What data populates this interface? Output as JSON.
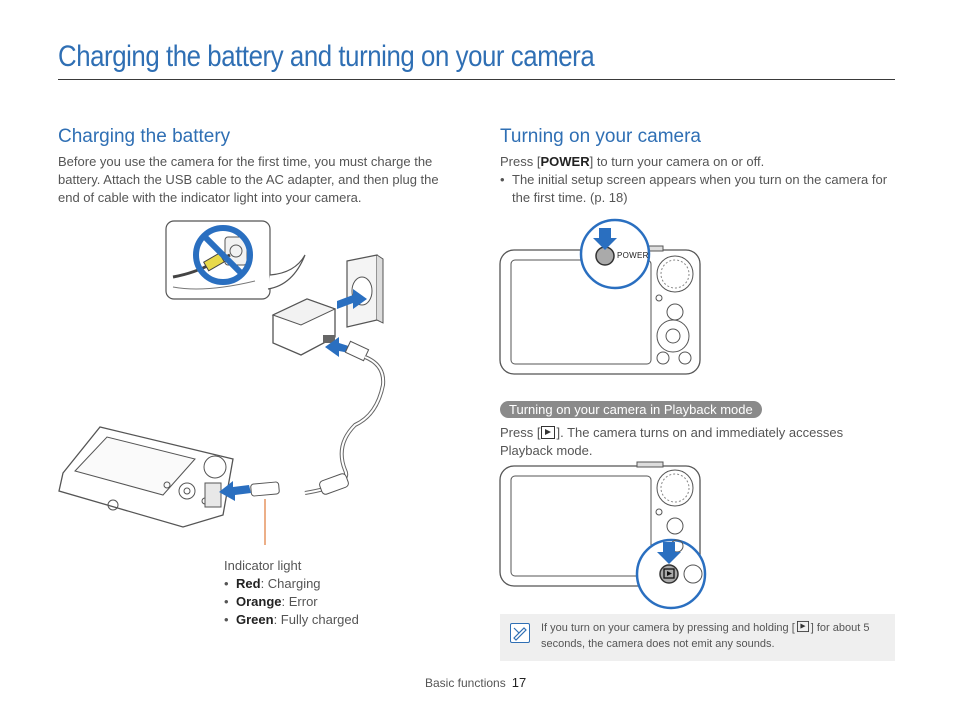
{
  "page_title": "Charging the battery and turning on your camera",
  "left": {
    "heading": "Charging the battery",
    "intro": "Before you use the camera for the first time, you must charge the battery. Attach the USB cable to the AC adapter, and then plug the end of cable with the indicator light into your camera.",
    "indicator": {
      "label": "Indicator light",
      "items": [
        {
          "key": "Red",
          "value": ": Charging"
        },
        {
          "key": "Orange",
          "value": ": Error"
        },
        {
          "key": "Green",
          "value": ": Fully charged"
        }
      ]
    }
  },
  "right": {
    "heading": "Turning on your camera",
    "press_prefix": "Press [",
    "power_key": "POWER",
    "press_suffix": "] to turn your camera on or off.",
    "bullet": "The initial setup screen appears when you turn on the camera for the first time. (p. 18)",
    "power_callout_label": "POWER",
    "playback_pill": "Turning on your camera in Playback mode",
    "playback_prefix": "Press [",
    "playback_suffix": "]. The camera turns on and immediately accesses Playback mode.",
    "note_prefix": "If you turn on your camera by pressing and holding [",
    "note_suffix": "] for about 5 seconds, the camera does not emit any sounds."
  },
  "footer": {
    "section": "Basic functions",
    "page_number": "17"
  },
  "colors": {
    "accent_blue": "#2f6fb4",
    "arrow_blue": "#2a6fc0",
    "note_bg": "#efefef",
    "pill_bg": "#8a8a8a",
    "indicator_line": "#e07a3a"
  }
}
